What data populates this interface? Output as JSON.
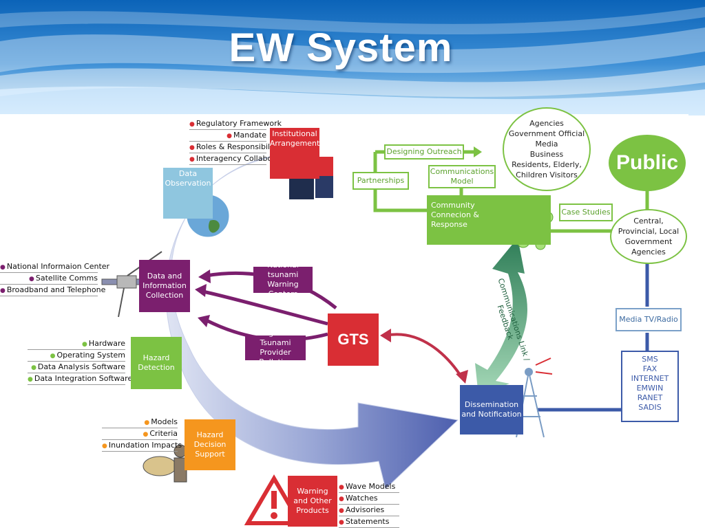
{
  "title": "EW System",
  "institutional": {
    "label": "Institutional Arrangement",
    "items": [
      "Regulatory Framework",
      "Mandate",
      "Roles & Responsibilities",
      "Interagency Collaboration"
    ]
  },
  "data_observation": {
    "label": "Data Observation"
  },
  "data_collection": {
    "label": "Data and Information Collection",
    "items": [
      "National Informaion Center",
      "Satellite Comms",
      "Broadband and Telephone"
    ]
  },
  "hazard_detection": {
    "label": "Hazard Detection",
    "items": [
      "Hardware",
      "Operating System",
      "Data Analysis Software",
      "Data Integration Software"
    ]
  },
  "hazard_decision": {
    "label": "Hazard Decision Support",
    "items": [
      "Models",
      "Criteria",
      "Inundation Impacts"
    ]
  },
  "warning": {
    "label": "Warning and Other Products",
    "items": [
      "Wave Models",
      "Watches",
      "Advisories",
      "Statements"
    ]
  },
  "gts": {
    "label": "GTS"
  },
  "national_tsunami": {
    "label": "National tsunami Warning Centers"
  },
  "regional_tsunami": {
    "label": "Regional Tsunami Provider Bulletins"
  },
  "dissemination": {
    "label": "Dissemination and Notification"
  },
  "comms_link": {
    "label": "Communications Link / Feedback"
  },
  "community": {
    "label": "Community Connecion & Response"
  },
  "designing_outreach": {
    "label": "Designing Outreach"
  },
  "partnerships": {
    "label": "Partnerships"
  },
  "communications_model": {
    "label": "Communications Model"
  },
  "case_studies": {
    "label": "Case Studies"
  },
  "agencies_circle": {
    "lines": [
      "Agencies",
      "Government Official",
      "Media",
      "Business",
      "Residents, Elderly,",
      "Children Visitors"
    ]
  },
  "public": {
    "label": "Public"
  },
  "central_gov": {
    "label": "Central, Provincial, Local Government Agencies"
  },
  "media_tv": {
    "label": "Media TV/Radio"
  },
  "channels": {
    "items": [
      "SMS",
      "FAX",
      "INTERNET",
      "EMWIN",
      "RANET",
      "SADIS"
    ]
  },
  "colors": {
    "purple": "#7b1f6e",
    "green": "#7cc243",
    "orange": "#f5961e",
    "red": "#d92e34",
    "blue": "#3c5aa8"
  }
}
